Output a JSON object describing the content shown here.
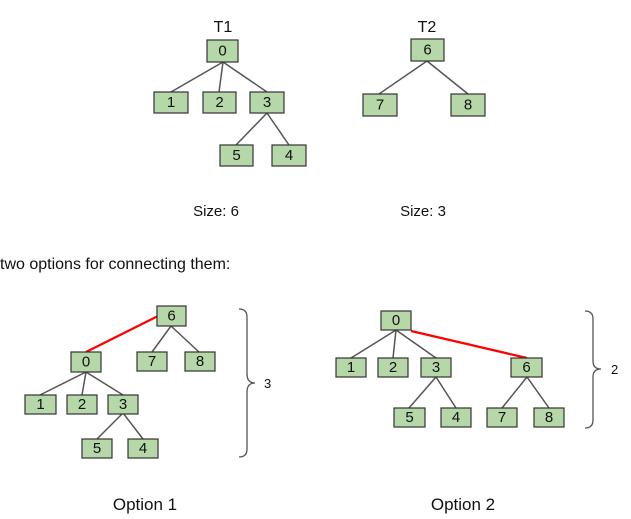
{
  "trees_before": {
    "t1": {
      "title": "T1",
      "size_text": "Size: 6",
      "nodes": [
        "0",
        "1",
        "2",
        "3",
        "5",
        "4"
      ]
    },
    "t2": {
      "title": "T2",
      "size_text": "Size: 3",
      "nodes": [
        "6",
        "7",
        "8"
      ]
    }
  },
  "intro_text": "two options for connecting them:",
  "option1": {
    "caption": "Option 1",
    "height_label": "3",
    "nodes": [
      "6",
      "7",
      "8",
      "0",
      "1",
      "2",
      "3",
      "5",
      "4"
    ]
  },
  "option2": {
    "caption": "Option 2",
    "height_label": "2",
    "nodes": [
      "0",
      "1",
      "2",
      "3",
      "6",
      "5",
      "4",
      "7",
      "8"
    ]
  },
  "colors": {
    "node_fill": "#b6d7a8",
    "node_stroke": "#333333",
    "edge": "#555555",
    "connecting_edge": "#ff0000"
  }
}
